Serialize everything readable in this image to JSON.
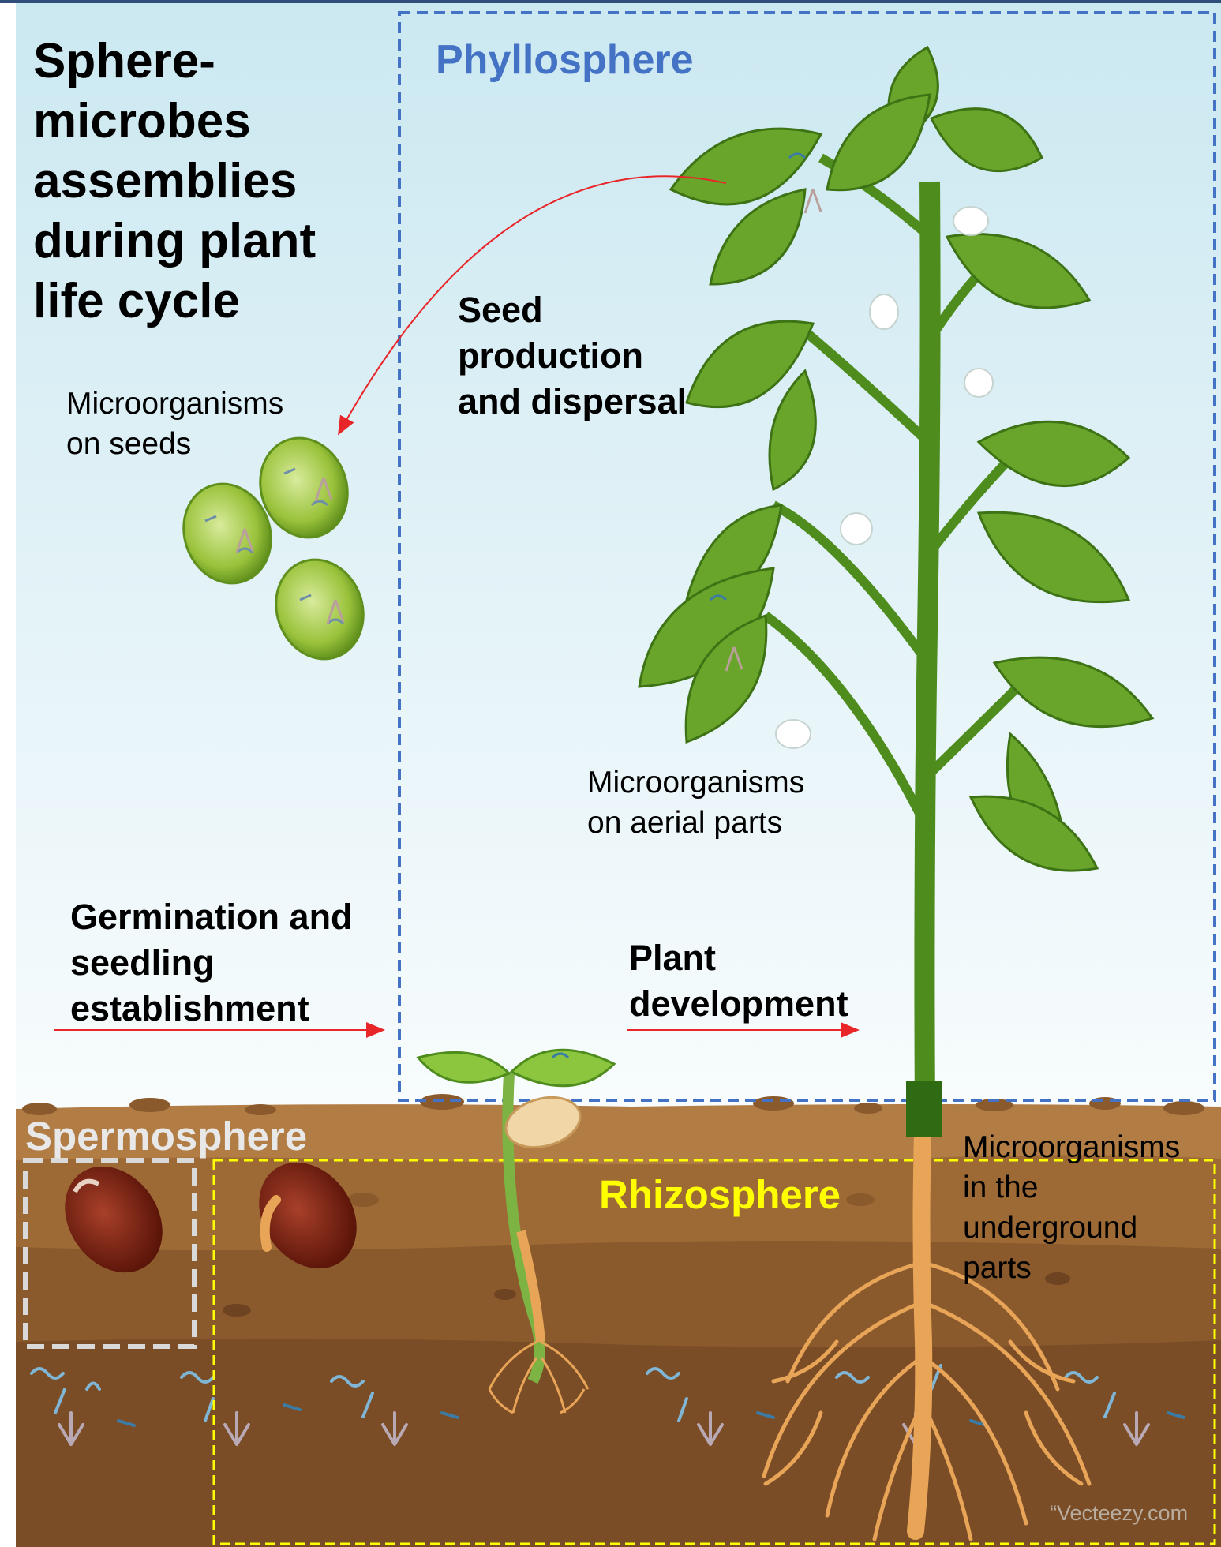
{
  "title": "Sphere-\nmicrobes\nassemblies\nduring plant\nlife cycle",
  "regions": {
    "phyllosphere": "Phyllosphere",
    "spermosphere": "Spermosphere",
    "rhizosphere": "Rhizosphere"
  },
  "stages": {
    "seed_production": "Seed\nproduction\nand dispersal",
    "germination": "Germination and\nseedling\nestablishment",
    "plant_development": "Plant\ndevelopment"
  },
  "annotations": {
    "seeds": "Microorganisms\non seeds",
    "aerial": "Microorganisms\non aerial parts",
    "underground": "Microorganisms\nin the\nunderground\nparts"
  },
  "credit": "“Vecteezy.com",
  "colors": {
    "sky_top": "#cde9f2",
    "sky_bottom": "#f7fbfc",
    "soil_light": "#a9733d",
    "soil_dark": "#6d4321",
    "leaf": "#6aa52b",
    "stem": "#4e8c1d",
    "root": "#e8a457",
    "arrow": "#e8262a",
    "phyllo_box": "#4472c4",
    "rhizo_box": "#ffff00",
    "spermo_box": "#d9d9d9"
  }
}
